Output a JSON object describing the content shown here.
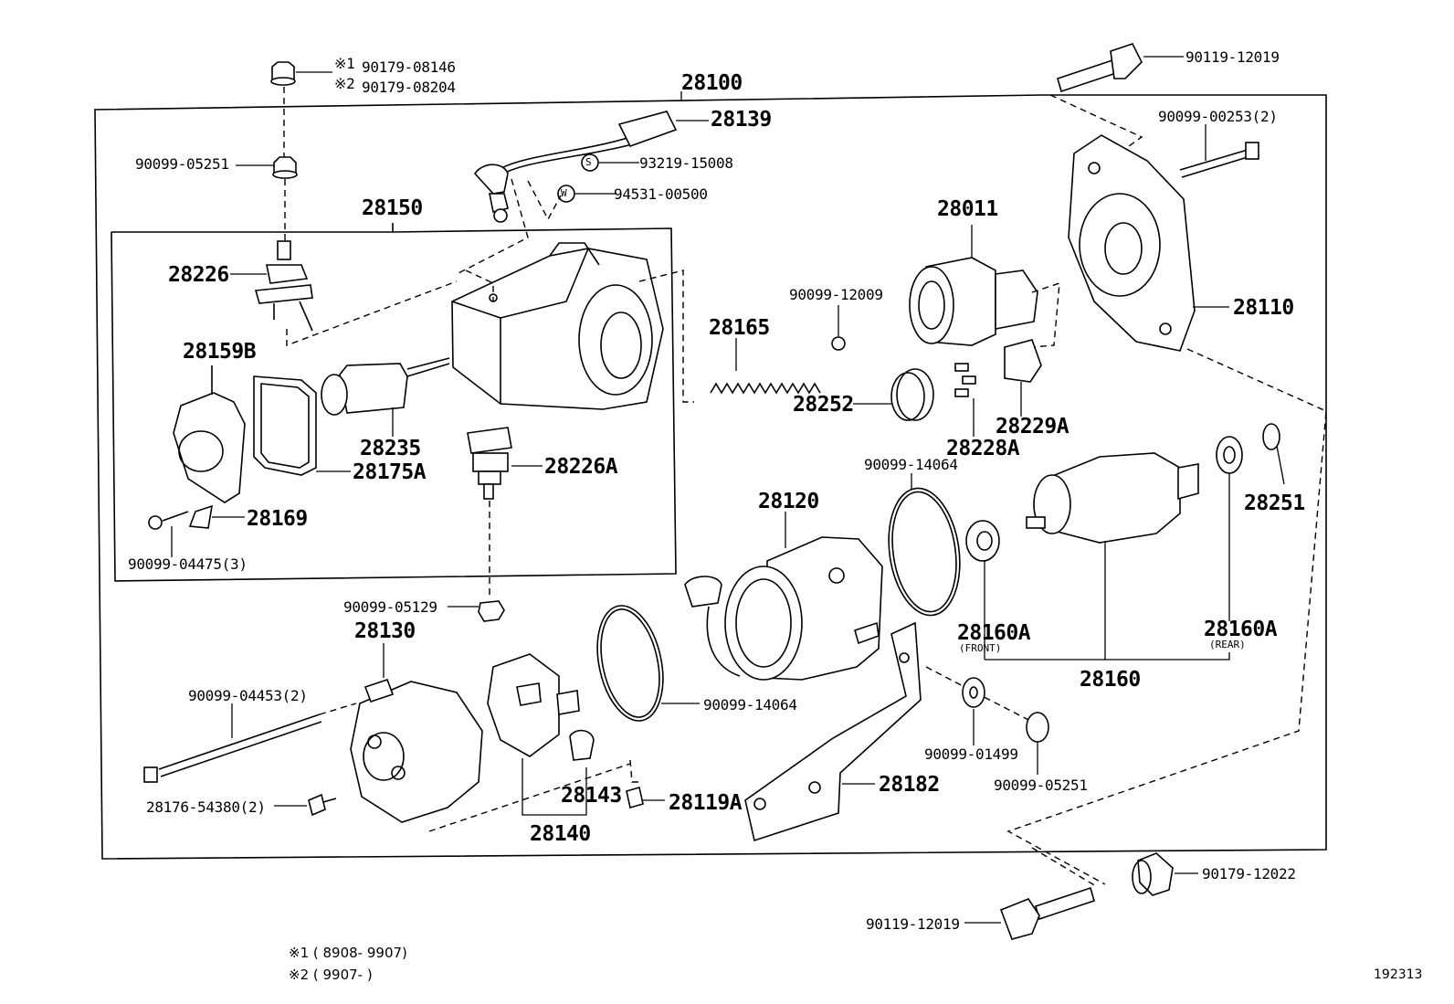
{
  "labels": {
    "l28100": "28100",
    "l28139": "28139",
    "l90179_08146": "90179-08146",
    "l90179_08204": "90179-08204",
    "m1": "※1",
    "m2": "※2",
    "l90099_05251_top": "90099-05251",
    "l93219_15008": "93219-15008",
    "l94531_00500": "94531-00500",
    "s_marker": "S",
    "w_marker": "W",
    "l28150": "28150",
    "l28226": "28226",
    "l28159B": "28159B",
    "l28235": "28235",
    "l28175A": "28175A",
    "l28226A": "28226A",
    "l28169": "28169",
    "l90099_04475": "90099-04475(3)",
    "l90119_12019_top": "90119-12019",
    "l90099_00253": "90099-00253(2)",
    "l28011": "28011",
    "l90099_12009": "90099-12009",
    "l28165": "28165",
    "l28110": "28110",
    "l28252": "28252",
    "l28228A": "28228A",
    "l28229A": "28229A",
    "l90099_14064_top": "90099-14064",
    "l28120": "28120",
    "l28251": "28251",
    "l28160A_front": "28160A",
    "front": "(FRONT)",
    "l28160A_rear": "28160A",
    "rear": "(REAR)",
    "l28160": "28160",
    "l90099_05129": "90099-05129",
    "l28130": "28130",
    "l90099_04453": "90099-04453(2)",
    "l90099_14064_bot": "90099-14064",
    "l90099_01499": "90099-01499",
    "l90099_05251_bot": "90099-05251",
    "l28182": "28182",
    "l28143": "28143",
    "l28119A": "28119A",
    "l28140": "28140",
    "l28176_54380": "28176-54380(2)",
    "l90179_12022": "90179-12022",
    "l90119_12019_bot": "90119-12019"
  },
  "notes": {
    "n1": "※1 ( 8908- 9907)",
    "n2": "※2 ( 9907-       )"
  },
  "diagram_id": "192313"
}
